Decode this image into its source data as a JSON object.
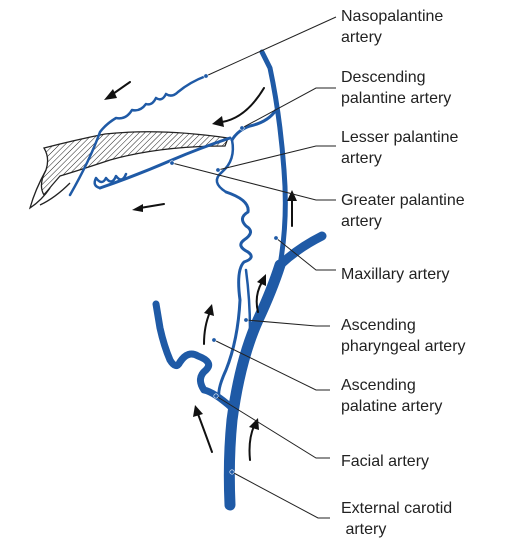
{
  "labels": {
    "nasopalantine": [
      "Nasopalantine",
      "artery"
    ],
    "descending_palantine": [
      "Descending",
      "palantine artery"
    ],
    "lesser_palantine": [
      "Lesser palantine",
      "artery"
    ],
    "greater_palantine": [
      "Greater palantine",
      "artery"
    ],
    "maxillary": [
      "Maxillary artery"
    ],
    "ascending_pharyngeal": [
      "Ascending",
      "pharyngeal artery"
    ],
    "ascending_palatine": [
      "Ascending",
      "palatine artery"
    ],
    "facial": [
      "Facial artery"
    ],
    "external_carotid": [
      "External carotid",
      " artery"
    ]
  },
  "colors": {
    "artery": "#1f5aa6",
    "leader": "#222222",
    "arrow": "#111111"
  }
}
